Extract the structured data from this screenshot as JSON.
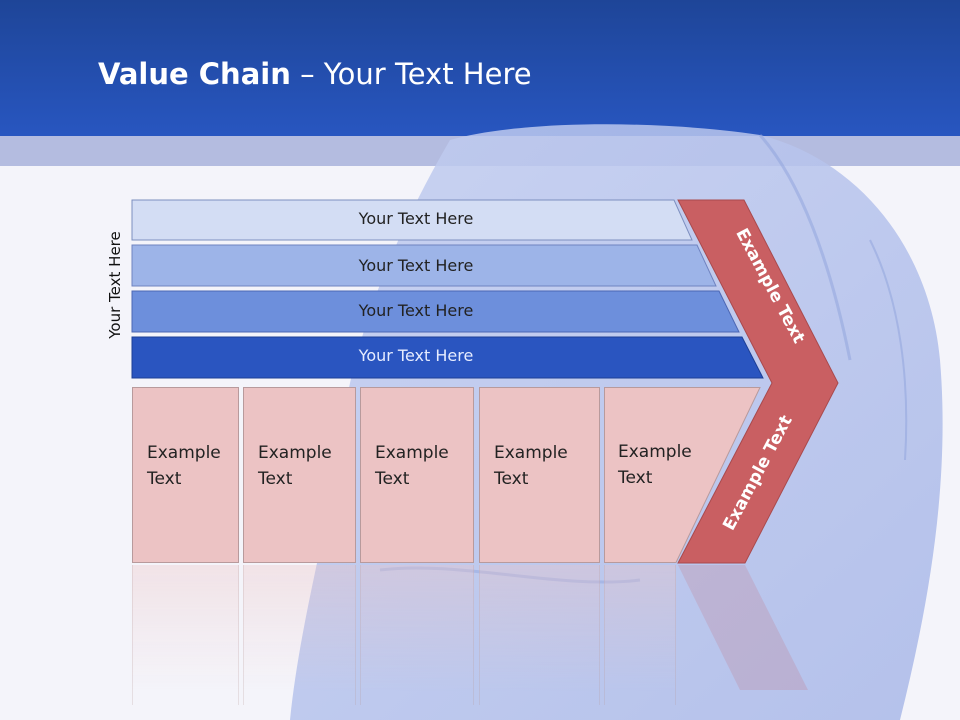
{
  "title": {
    "bold": "Value Chain",
    "rest": " – Your Text Here"
  },
  "side_label": "Your Text Here",
  "bars": [
    {
      "label": "Your Text Here",
      "color": "#d3ddf4"
    },
    {
      "label": "Your Text Here",
      "color": "#9db4e8"
    },
    {
      "label": "Your Text Here",
      "color": "#6d8fdc"
    },
    {
      "label": "Your Text Here",
      "color": "#2a55c0"
    }
  ],
  "boxes": [
    {
      "line1": "Example",
      "line2": "Text"
    },
    {
      "line1": "Example",
      "line2": "Text"
    },
    {
      "line1": "Example",
      "line2": "Text"
    },
    {
      "line1": "Example",
      "line2": "Text"
    },
    {
      "line1": "Example",
      "line2": "Text"
    }
  ],
  "chevron": {
    "upper": "Example Text",
    "lower": "Example Text",
    "color": "#c95f62"
  },
  "colors": {
    "header": "#2856c0",
    "box": "#ecc3c4"
  }
}
